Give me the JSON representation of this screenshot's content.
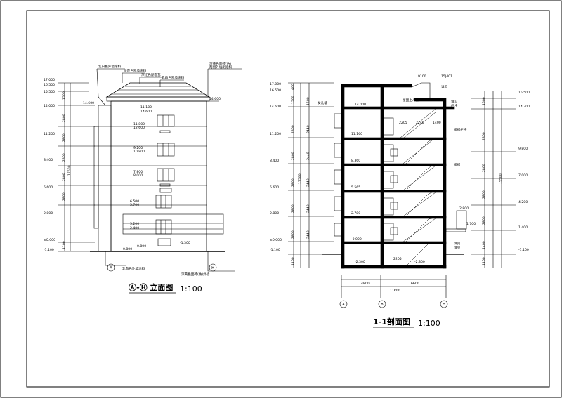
{
  "elevation": {
    "title": "Ⓐ-Ⓗ 立面图",
    "scale": "1:100",
    "levels_left": [
      "17.000",
      "16.500",
      "15.500",
      "14.000",
      "11.200",
      "8.400",
      "5.600",
      "2.800",
      "±0.000",
      "-1.100"
    ],
    "dims_left": [
      "1500",
      "2800",
      "2800",
      "2800",
      "2800",
      "2800",
      "1100"
    ],
    "dim_total": "17500",
    "level_right": "14.600",
    "level_left_mid": "14.600",
    "window_levels": [
      "11.100",
      "14.600",
      "11.800",
      "12.600",
      "9.200",
      "10.800",
      "7.800",
      "8.000",
      "6.500",
      "5.700",
      "5.200",
      "2.400",
      "0.800",
      "0.800",
      "-1.300"
    ],
    "callouts_top": [
      "乳白色外墙涂料",
      "淡灰色外墙涂料",
      "深红色屋面瓦",
      "乳白色外墙涂料",
      "深黄色面砖(仿)",
      "两侧外墙刷涂料"
    ],
    "callouts_bottom": [
      "乳白色外墙涂料",
      "深黄色面砖(仿)外墙"
    ],
    "axes": [
      "A",
      "H"
    ]
  },
  "section": {
    "title": "1-1剖面图",
    "scale": "1:100",
    "levels_left": [
      "17.000",
      "16.500",
      "14.600",
      "11.200",
      "8.400",
      "5.600",
      "2.800",
      "±0.000",
      "-1.100"
    ],
    "levels_right": [
      "15.500",
      "14.300",
      "9.800",
      "7.000",
      "4.200",
      "1.400",
      "-1.100"
    ],
    "inner_levels": [
      "14.000",
      "11.160",
      "8.360",
      "5.565",
      "2.780",
      "-0.020",
      "-2.300",
      "-2.300"
    ],
    "dims_left": [
      "1500",
      "400",
      "2800",
      "2800",
      "2800",
      "2800",
      "2800",
      "1100"
    ],
    "dims_left_inner": [
      "1500",
      "2440",
      "2440",
      "2440",
      "2440",
      "2440"
    ],
    "dim_total_left": "17500",
    "dims_right": [
      "1500",
      "2800",
      "2800",
      "2800",
      "2800",
      "1400",
      "1100"
    ],
    "dim_total_right": "15500",
    "bottom_dims": [
      "4800",
      "6600"
    ],
    "bottom_total": "11600",
    "inner_dims": [
      "2205",
      "2240",
      "1400",
      "2205"
    ],
    "labels": [
      "女儿墙",
      "屋面上人孔",
      "15J401",
      "详见",
      "详见",
      "栏杆",
      "楼梯栏杆",
      "楼梯",
      "详见",
      "详见"
    ],
    "axes": [
      "A",
      "B",
      "H"
    ],
    "top_dim": "9100",
    "ground_dims": [
      "1.700",
      "2.800"
    ]
  }
}
